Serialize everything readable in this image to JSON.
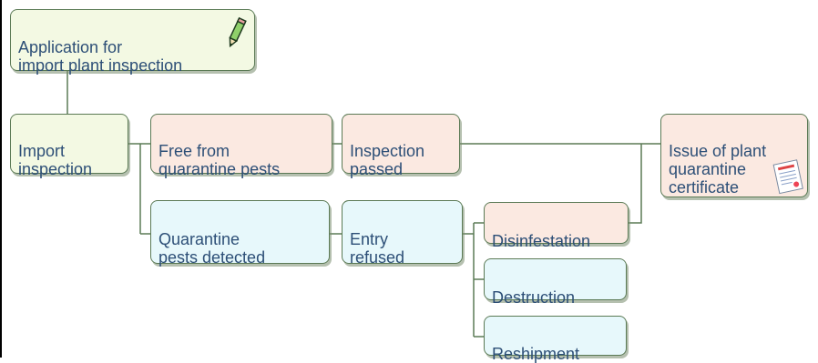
{
  "nodes": {
    "application": "Application for\nimport plant inspection",
    "import_inspection": "Import\ninspection",
    "free_from_pests": "Free from\nquarantine pests",
    "inspection_passed": "Inspection\npassed",
    "issue_certificate": "Issue of plant\nquarantine\ncertificate",
    "pests_detected": "Quarantine\npests detected",
    "entry_refused": "Entry\nrefused",
    "disinfestation": "Disinfestation",
    "destruction": "Destruction",
    "reshipment": "Reshipment"
  },
  "icons": {
    "application": "pencil-icon",
    "certificate": "certificate-document-icon"
  },
  "colors": {
    "green_fill": "#f3f9e3",
    "pink_fill": "#fbe9e1",
    "blue_fill": "#e7f8fb",
    "border": "#5b7a55",
    "text": "#2d4f77"
  }
}
